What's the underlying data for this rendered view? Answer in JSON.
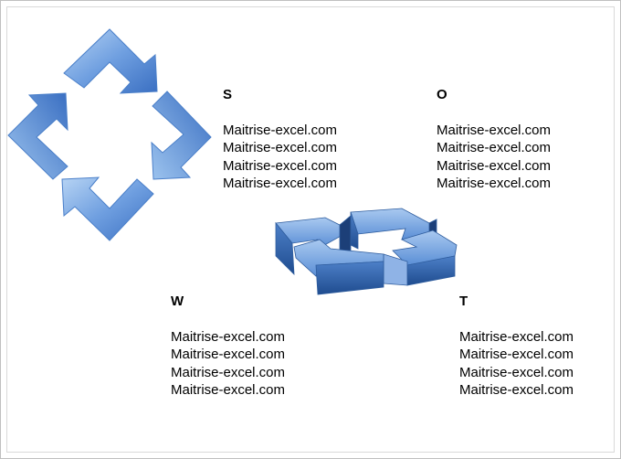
{
  "quadrants": {
    "s": {
      "letter": "S",
      "lines": [
        "Maitrise-excel.com",
        "Maitrise-excel.com",
        "Maitrise-excel.com",
        "Maitrise-excel.com"
      ]
    },
    "o": {
      "letter": "O",
      "lines": [
        "Maitrise-excel.com",
        "Maitrise-excel.com",
        "Maitrise-excel.com",
        "Maitrise-excel.com"
      ]
    },
    "w": {
      "letter": "W",
      "lines": [
        "Maitrise-excel.com",
        "Maitrise-excel.com",
        "Maitrise-excel.com",
        "Maitrise-excel.com"
      ]
    },
    "t": {
      "letter": "T",
      "lines": [
        "Maitrise-excel.com",
        "Maitrise-excel.com",
        "Maitrise-excel.com",
        "Maitrise-excel.com"
      ]
    }
  },
  "colors": {
    "arrow_light": "#9cc3ee",
    "arrow_dark": "#3a72c4",
    "arrow_3d_top": "#6f9fe0",
    "arrow_3d_side": "#2c5a9c"
  }
}
